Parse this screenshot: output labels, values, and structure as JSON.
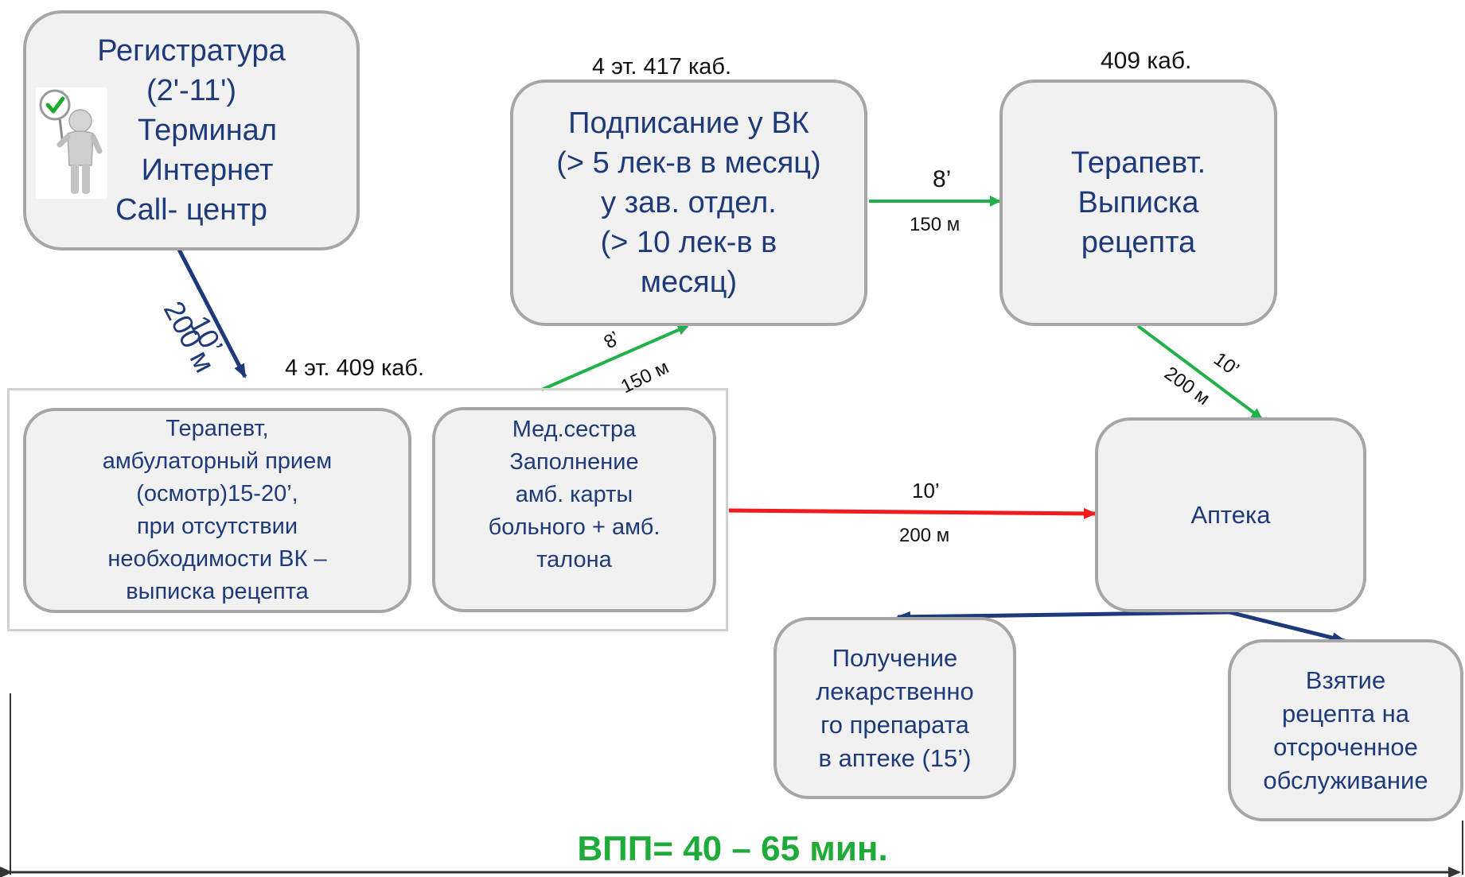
{
  "nodes": {
    "registry": {
      "lines": [
        "Регистратура",
        "(2'-11')",
        "Терминал",
        "Интернет",
        "Call- центр"
      ]
    },
    "signing": {
      "lines": [
        "Подписание у ВК",
        "(> 5 лек-в в месяц)",
        "у зав. отдел.",
        "(> 10 лек-в в",
        "месяц)"
      ]
    },
    "therapist_rx": {
      "lines": [
        "Терапевт.",
        "Выписка",
        "рецепта"
      ]
    },
    "therapist_visit": {
      "lines": [
        "Терапевт,",
        "амбулаторный прием",
        "(осмотр)15-20’,",
        "при отсутствии",
        "необходимости ВК –",
        "выписка рецепта"
      ]
    },
    "nurse": {
      "lines": [
        "Мед.сестра",
        "Заполнение",
        "амб. карты",
        "больного + амб.",
        "талона"
      ]
    },
    "pharmacy": {
      "lines": [
        "Аптека"
      ]
    },
    "get_drug": {
      "lines": [
        "Получение",
        "лекарственно",
        "го препарата",
        "в аптеке (15’)"
      ]
    },
    "deferred": {
      "lines": [
        "Взятие",
        "рецепта на",
        "отсроченное",
        "обслуживание"
      ]
    }
  },
  "locations": {
    "room_417": "4 эт. 417 каб.",
    "room_409_top": "409 каб.",
    "room_409": "4 эт. 409 каб."
  },
  "edges": {
    "registry_to_group": {
      "time": "10’",
      "distance": "200 м",
      "color": "#1f3a7a"
    },
    "nurse_to_signing": {
      "time": "8’",
      "distance": "150 м",
      "color": "#22b04b"
    },
    "signing_to_therapist": {
      "time": "8’",
      "distance": "150 м",
      "color": "#22b04b"
    },
    "therapist_to_pharmacy": {
      "time": "10’",
      "distance": "200 м",
      "color": "#22b04b"
    },
    "group_to_pharmacy": {
      "time": "10’",
      "distance": "200 м",
      "color": "#ee1c1c"
    },
    "pharmacy_branches": {
      "color": "#1f3a7a"
    }
  },
  "total": {
    "label": "ВПП= 40 – 65 мин.",
    "color": "#1faa3a"
  },
  "icons": {
    "person": "person-with-checkmark-sign-icon"
  }
}
